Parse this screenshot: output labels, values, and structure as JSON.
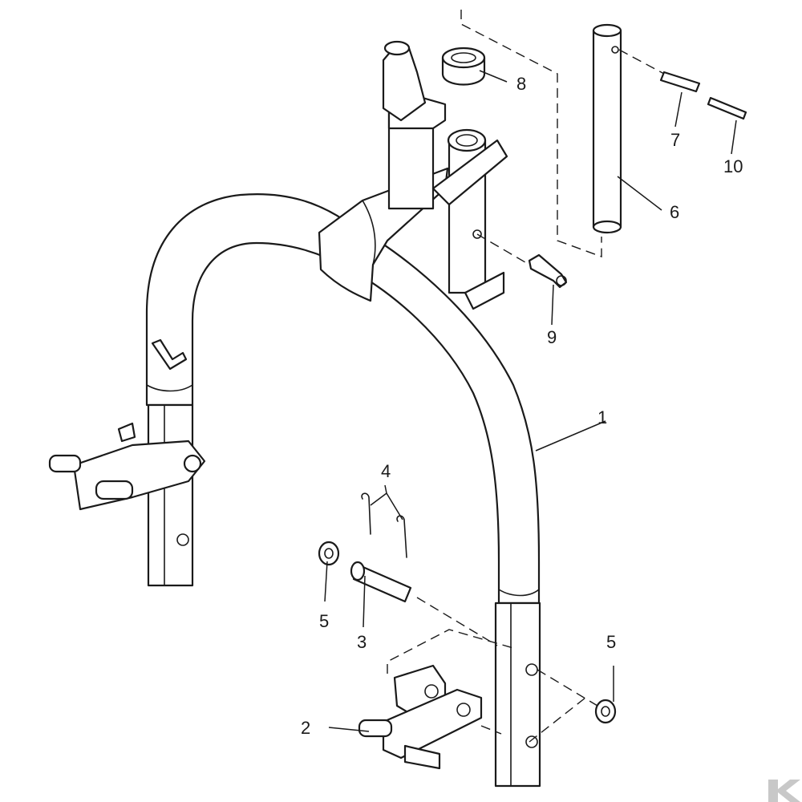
{
  "callouts": [
    {
      "id": "c1",
      "label": "1"
    },
    {
      "id": "c2",
      "label": "2"
    },
    {
      "id": "c3",
      "label": "3"
    },
    {
      "id": "c4",
      "label": "4"
    },
    {
      "id": "c5a",
      "label": "5"
    },
    {
      "id": "c5b",
      "label": "5"
    },
    {
      "id": "c6",
      "label": "6"
    },
    {
      "id": "c7",
      "label": "7"
    },
    {
      "id": "c8",
      "label": "8"
    },
    {
      "id": "c9",
      "label": "9"
    },
    {
      "id": "c10",
      "label": "10"
    }
  ],
  "logo": {
    "icon": "k-logo-icon",
    "color": "#c8c8c8"
  }
}
